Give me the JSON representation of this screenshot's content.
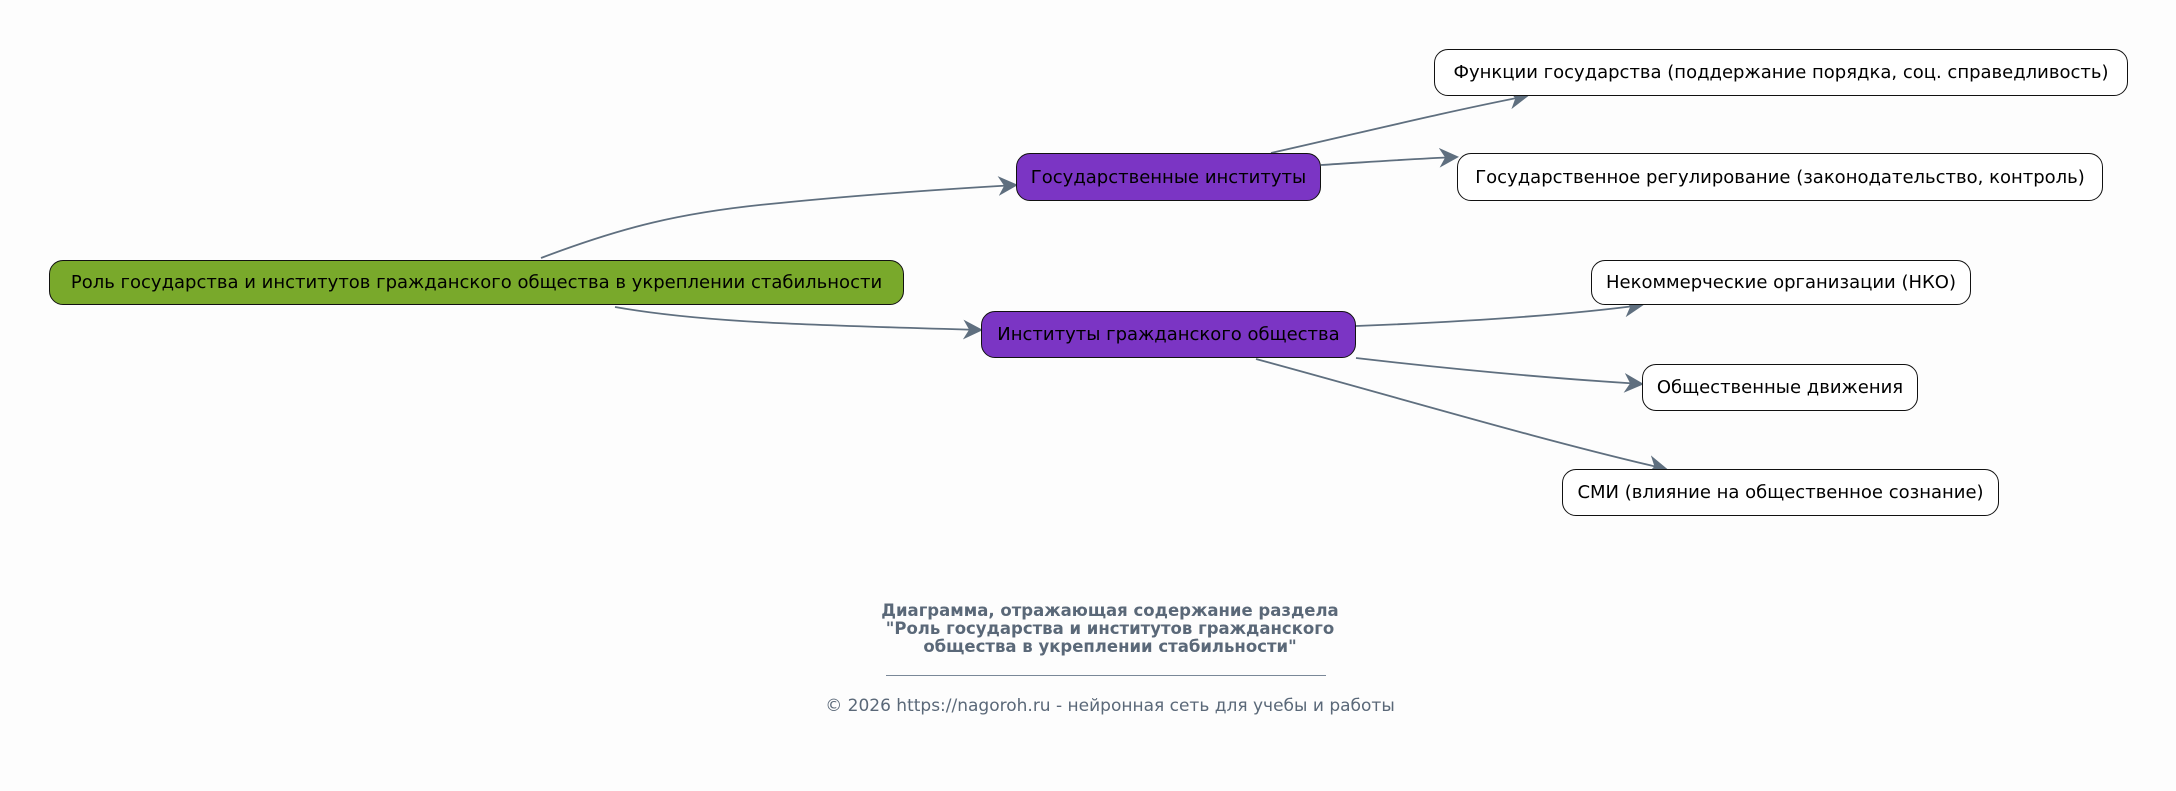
{
  "nodes": {
    "root": "Роль государства и институтов гражданского общества в укреплении стабильности",
    "gov": "Государственные институты",
    "civil": "Институты гражданского общества",
    "gov_functions": "Функции государства (поддержание порядка, соц. справедливость)",
    "gov_regulation": "Государственное регулирование (законодательство, контроль)",
    "ngo": "Некоммерческие организации (НКО)",
    "movements": "Общественные движения",
    "media": "СМИ (влияние на общественное сознание)"
  },
  "caption": {
    "line1": "Диаграмма, отражающая содержание раздела",
    "line2": "\"Роль государства и институтов гражданского",
    "line3": "общества в укреплении стабильности\""
  },
  "footer": "© 2026 https://nagoroh.ru - нейронная сеть для учебы и работы",
  "colors": {
    "root": "#79a92b",
    "category": "#7b35c4",
    "leaf": "#ffffff",
    "edge": "#5f6f7f",
    "background": "#fdfdfd"
  }
}
